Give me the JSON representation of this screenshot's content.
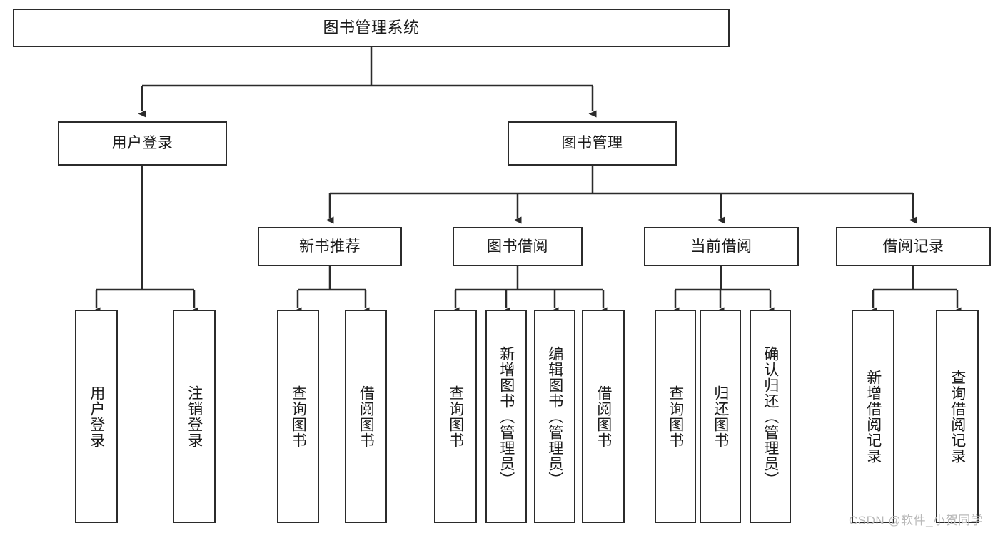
{
  "diagram": {
    "title": "图书管理系统",
    "type": "hierarchy-tree",
    "watermark": "CSDN @软件_小贺同学",
    "colors": {
      "box_border": "#2b2b2b",
      "box_fill": "#ffffff",
      "line": "#2b2b2b",
      "text": "#1a1a1a",
      "watermark": "#b9b9b9",
      "background": "#ffffff"
    },
    "nodes": {
      "root": {
        "label": "图书管理系统"
      },
      "level2": [
        {
          "label": "用户登录"
        },
        {
          "label": "图书管理"
        }
      ],
      "level3": [
        {
          "label": "新书推荐"
        },
        {
          "label": "图书借阅"
        },
        {
          "label": "当前借阅"
        },
        {
          "label": "借阅记录"
        }
      ],
      "leaves": {
        "user_login": [
          {
            "label": "用户登录"
          },
          {
            "label": "注销登录"
          }
        ],
        "new_book_recommend": [
          {
            "label": "查询图书"
          },
          {
            "label": "借阅图书"
          }
        ],
        "book_borrow": [
          {
            "label": "查询图书"
          },
          {
            "label": "新增图书（管理员）"
          },
          {
            "label": "编辑图书（管理员）"
          },
          {
            "label": "借阅图书"
          }
        ],
        "current_borrow": [
          {
            "label": "查询图书"
          },
          {
            "label": "归还图书"
          },
          {
            "label": "确认归还（管理员）"
          }
        ],
        "borrow_records": [
          {
            "label": "新增借阅记录"
          },
          {
            "label": "查询借阅记录"
          }
        ]
      }
    }
  }
}
